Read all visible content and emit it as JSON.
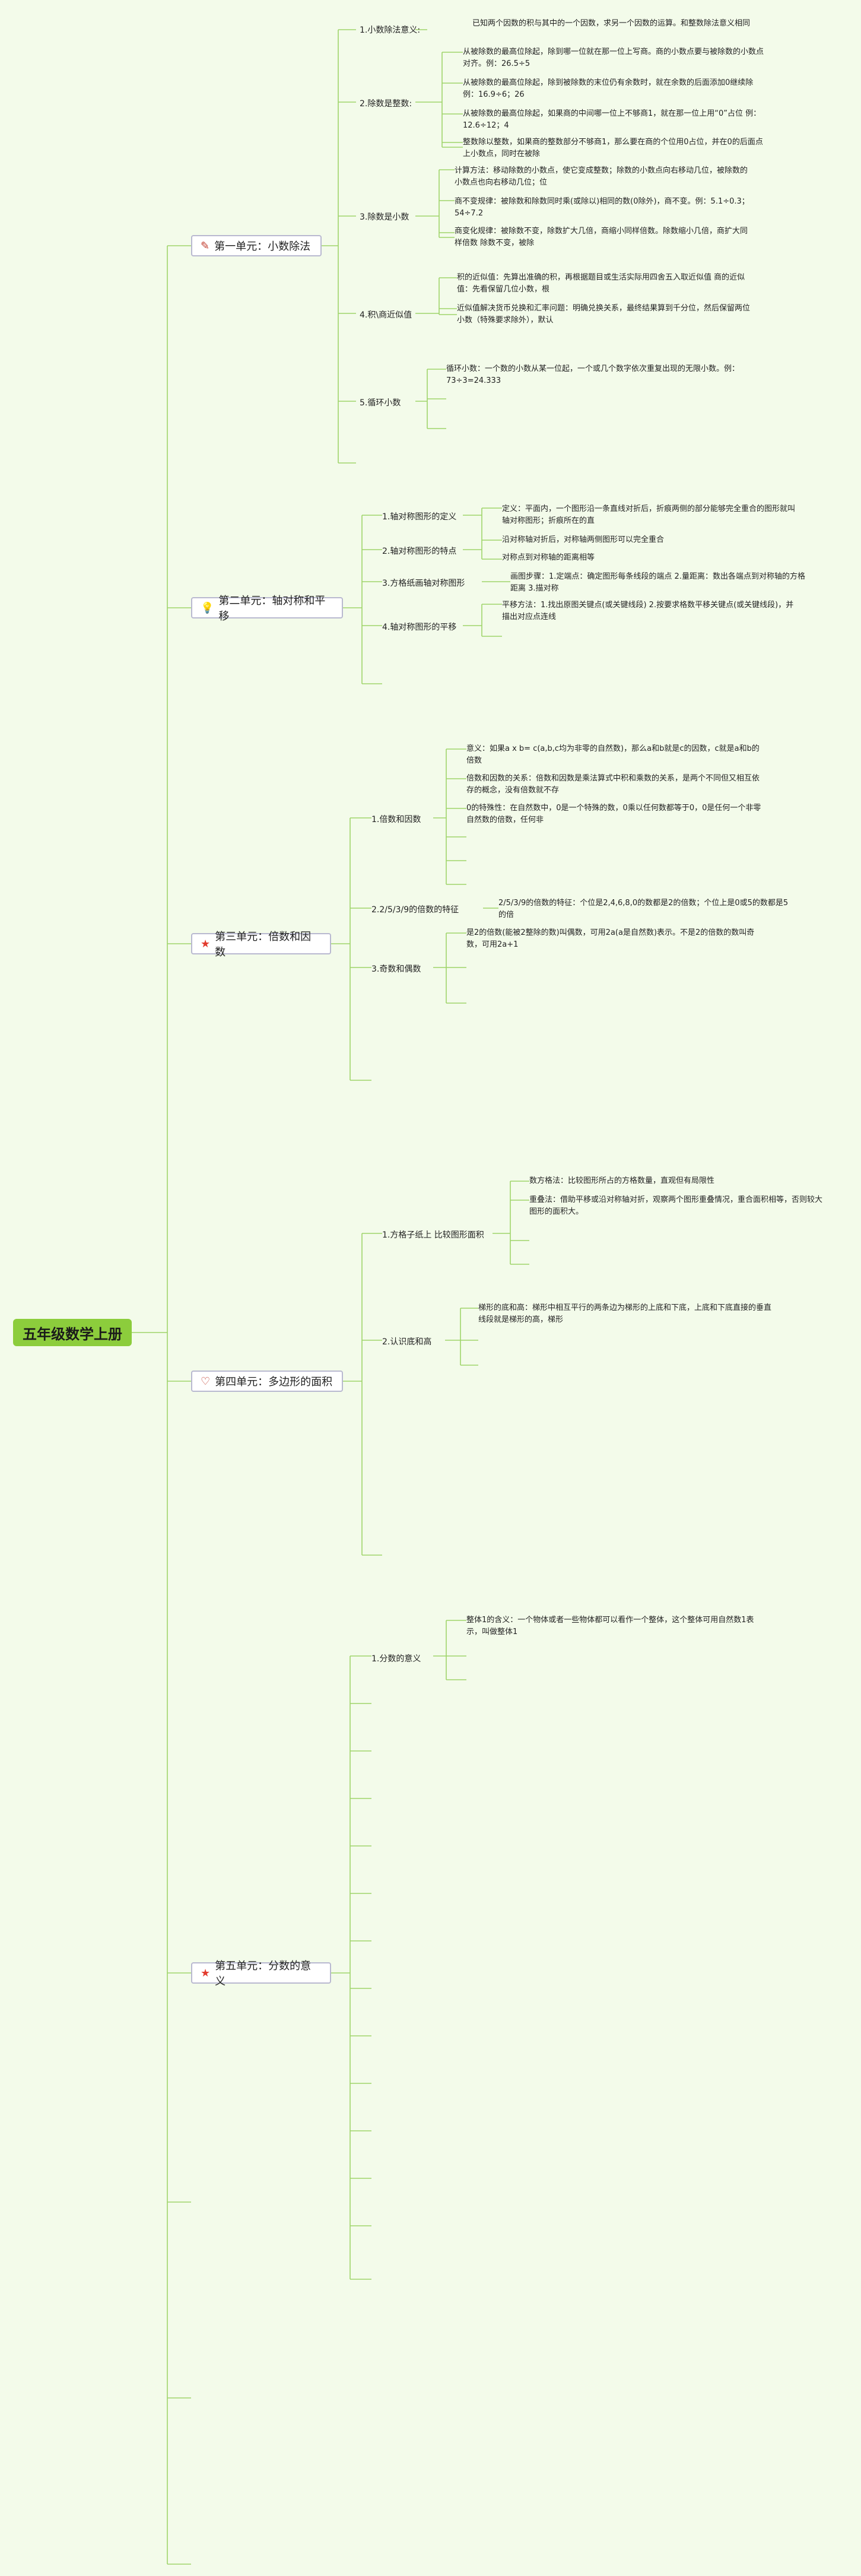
{
  "root": "五年级数学上册",
  "units": [
    {
      "icon": "sparkle-icon",
      "icon_char": "✎",
      "icon_color": "#c0392b",
      "label": "第一单元：小数除法"
    },
    {
      "icon": "bulb-icon",
      "icon_char": "💡",
      "icon_color": "#e5b700",
      "label": "第二单元：轴对称和平移"
    },
    {
      "icon": "star-icon",
      "icon_char": "★",
      "icon_color": "#e23b2e",
      "label": "第三单元：倍数和因数"
    },
    {
      "icon": "heart-icon",
      "icon_char": "♡",
      "icon_color": "#c0392b",
      "label": "第四单元：多边形的面积"
    },
    {
      "icon": "star-icon",
      "icon_char": "★",
      "icon_color": "#e23b2e",
      "label": "第五单元：分数的意义"
    }
  ],
  "u1": {
    "s1": "1.小数除法意义:",
    "s1_l1": "已知两个因数的积与其中的一个因数，求另一个因数的运算。和整数除法意义相同",
    "s2": "2.除数是整数:",
    "s2_l1": "从被除数的最高位除起，除到哪一位就在那一位上写商。商的小数点要与被除数的小数点对齐。例：26.5÷5",
    "s2_l2": "从被除数的最高位除起，除到被除数的末位仍有余数时，就在余数的后面添加0继续除 例：16.9÷6；26",
    "s2_l3": "从被除数的最高位除起，如果商的中间哪一位上不够商1，就在那一位上用“0”占位 例：12.6÷12；4",
    "s2_l4": "整数除以整数，如果商的整数部分不够商1，那么要在商的个位用0占位，并在0的后面点上小数点，同时在被除",
    "s3": "3.除数是小数",
    "s3_l1": "计算方法：移动除数的小数点，使它变成整数；除数的小数点向右移动几位，被除数的小数点也向右移动几位；位",
    "s3_l2": "商不变规律：被除数和除数同时乘(或除以)相同的数(0除外)，商不变。例：5.1÷0.3；54÷7.2",
    "s3_l3": "商变化规律：被除数不变，除数扩大几倍，商缩小同样倍数。除数缩小几倍，商扩大同样倍数 除数不变，被除",
    "s4": "4.积\\商近似值",
    "s4_l1": "积的近似值：先算出准确的积，再根据题目或生活实际用四舍五入取近似值 商的近似值：先看保留几位小数，根",
    "s4_l2": "近似值解决货币兑换和汇率问题：明确兑换关系，最终结果算到千分位，然后保留两位小数（特殊要求除外），默认",
    "s5": "5.循环小数",
    "s5_l1": "循环小数：一个数的小数从某一位起，一个或几个数字依次重复出现的无限小数。例：73÷3=24.333"
  },
  "u2": {
    "s1": "1.轴对称图形的定义",
    "s1_l1": "定义：平面内，一个图形沿一条直线对折后，折痕两侧的部分能够完全重合的图形就叫轴对称图形；折痕所在的直",
    "s2": "2.轴对称图形的特点",
    "s2_l1": "沿对称轴对折后，对称轴两侧图形可以完全重合",
    "s2_l2": "对称点到对称轴的距离相等",
    "s3": "3.方格纸画轴对称图形",
    "s3_l1": "画图步骤：1.定端点：确定图形每条线段的端点 2.量距离：数出各端点到对称轴的方格距离 3.描对称",
    "s4": "4.轴对称图形的平移",
    "s4_l1": "平移方法：1.找出原图关键点(或关键线段) 2.按要求格数平移关键点(或关键线段)，并描出对应点连线"
  },
  "u3": {
    "s1": "1.倍数和因数",
    "s1_l1": "意义：如果a x b= c(a,b,c均为非零的自然数)，那么a和b就是c的因数，c就是a和b的倍数",
    "s1_l2": "倍数和因数的关系：倍数和因数是乘法算式中积和乘数的关系，是两个不同但又相互依存的概念，没有倍数就不存",
    "s1_l3": "0的特殊性：在自然数中，0是一个特殊的数，0乘以任何数都等于0，0是任何一个非零自然数的倍数，任何非",
    "s2": "2.2/5/3/9的倍数的特征",
    "s2_l1": "2/5/3/9的倍数的特征：个位是2,4,6,8,0的数都是2的倍数；个位上是0或5的数都是5的倍",
    "s3": "3.奇数和偶数",
    "s3_l1": "是2的倍数(能被2整除的数)叫偶数，可用2a(a是自然数)表示。不是2的倍数的数叫奇数，可用2a+1"
  },
  "u4": {
    "s1": "1.方格子纸上 比较图形面积",
    "s1_l1": "数方格法：比较图形所占的方格数量，直观但有局限性",
    "s1_l2": "重叠法：借助平移或沿对称轴对折，观察两个图形重叠情况，重合面积相等，否则较大图形的面积大。",
    "s2": "2.认识底和高",
    "s2_l1": "梯形的底和高：梯形中相互平行的两条边为梯形的上底和下底，上底和下底直接的垂直线段就是梯形的高，梯形"
  },
  "u5": {
    "s1": "1.分数的意义",
    "s1_l1": "整体1的含义：一个物体或者一些物体都可以看作一个整体，这个整体可用自然数1表示，叫做整体1"
  }
}
